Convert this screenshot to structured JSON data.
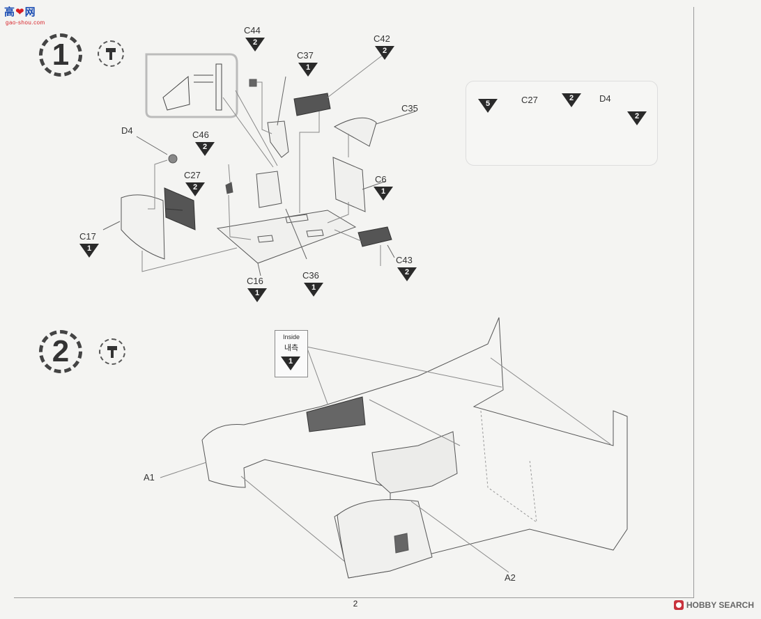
{
  "logo": {
    "top": "高",
    "dot": "❤",
    "mid": "网",
    "sub": "gao-shou.com"
  },
  "steps": [
    {
      "number": "1"
    },
    {
      "number": "2"
    }
  ],
  "step1": {
    "parts": [
      {
        "label": "C44",
        "qty": "2"
      },
      {
        "label": "C37",
        "qty": "1"
      },
      {
        "label": "C42",
        "qty": "2"
      },
      {
        "label": "C35",
        "qty": ""
      },
      {
        "label": "D4",
        "qty": ""
      },
      {
        "label": "C46",
        "qty": "2"
      },
      {
        "label": "C27",
        "qty": "2"
      },
      {
        "label": "C6",
        "qty": "1"
      },
      {
        "label": "C17",
        "qty": "1"
      },
      {
        "label": "C43",
        "qty": "2"
      },
      {
        "label": "C16",
        "qty": "1"
      },
      {
        "label": "C36",
        "qty": "1"
      }
    ]
  },
  "inset": {
    "parts": [
      {
        "label": "5"
      },
      {
        "label": "C27"
      },
      {
        "label": "2"
      },
      {
        "label": "D4"
      },
      {
        "label": "2"
      }
    ]
  },
  "step2": {
    "inside_en": "Inside",
    "inside_ko": "내측",
    "inside_qty": "1",
    "a1": "A1",
    "a2": "A2"
  },
  "page_number": "2",
  "watermark": "HOBBY SEARCH"
}
